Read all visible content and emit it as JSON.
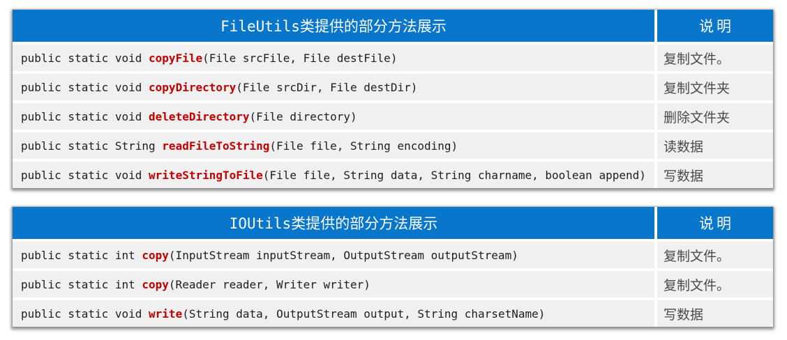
{
  "colors": {
    "header_blue": "#0877cb",
    "row_gray": "#f0f0f0",
    "method_red": "#c20000",
    "code_text": "#1d1d1d",
    "desc_text": "#4a4a4a"
  },
  "tables": [
    {
      "title": "FileUtils类提供的部分方法展示",
      "desc_header": "说明",
      "rows": [
        {
          "code_before": "public static void ",
          "method": "copyFile",
          "code_after": "(File srcFile, File destFile)",
          "desc": "复制文件。"
        },
        {
          "code_before": "public static void ",
          "method": "copyDirectory",
          "code_after": "(File srcDir, File destDir)",
          "desc": "复制文件夹"
        },
        {
          "code_before": "public static void ",
          "method": "deleteDirectory",
          "code_after": "(File directory)",
          "desc": "删除文件夹"
        },
        {
          "code_before": "public static String ",
          "method": "readFileToString",
          "code_after": "(File file, String encoding)",
          "desc": "读数据"
        },
        {
          "code_before": "public static void ",
          "method": "writeStringToFile",
          "code_after": "(File file, String data, String charname, boolean append)",
          "desc": "写数据"
        }
      ]
    },
    {
      "title": "IOUtils类提供的部分方法展示",
      "desc_header": "说明",
      "rows": [
        {
          "code_before": "public static int ",
          "method": "copy",
          "code_after": "(InputStream inputStream, OutputStream outputStream)",
          "desc": "复制文件。"
        },
        {
          "code_before": "public static int ",
          "method": "copy",
          "code_after": "(Reader reader, Writer writer)",
          "desc": "复制文件。"
        },
        {
          "code_before": "public static void ",
          "method": "write",
          "code_after": "(String data, OutputStream output, String charsetName)",
          "desc": "写数据"
        }
      ]
    }
  ]
}
